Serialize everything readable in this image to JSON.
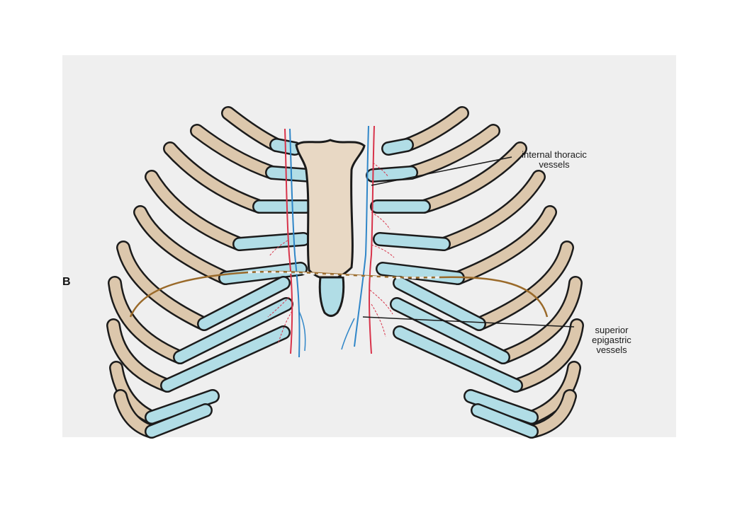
{
  "panel_letter": "B",
  "labels": {
    "internal_thoracic": [
      "internal thoracic",
      "vessels"
    ],
    "superior_epigastric": [
      "superior",
      "epigastric",
      "vessels"
    ]
  },
  "colors": {
    "background_panel": "#efefef",
    "bone": "#dcc7ac",
    "cartilage": "#b1dde6",
    "outline": "#1b1b1b",
    "sternum": "#e8d8c4",
    "artery": "#d8334a",
    "vein": "#2f86c8",
    "diaphragm_line": "#9a6a2a"
  }
}
